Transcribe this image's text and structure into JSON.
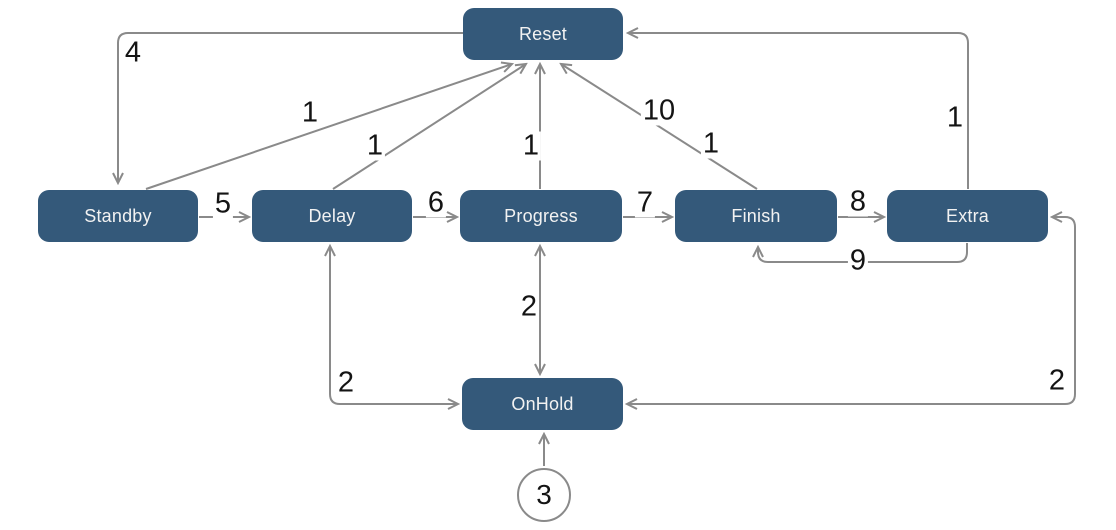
{
  "diagram": {
    "type": "state-transition-diagram",
    "colors": {
      "node_fill": "#34597a",
      "node_text": "#f2f2f2",
      "edge_line": "#8a8a8a",
      "edge_label_text": "#141414",
      "start_circle_stroke": "#8a8a8a",
      "background": "#ffffff"
    },
    "nodes": [
      {
        "id": "reset",
        "label": "Reset",
        "shape": "rounded-rect"
      },
      {
        "id": "standby",
        "label": "Standby",
        "shape": "rounded-rect"
      },
      {
        "id": "delay",
        "label": "Delay",
        "shape": "rounded-rect"
      },
      {
        "id": "progress",
        "label": "Progress",
        "shape": "rounded-rect"
      },
      {
        "id": "finish",
        "label": "Finish",
        "shape": "rounded-rect"
      },
      {
        "id": "extra",
        "label": "Extra",
        "shape": "rounded-rect"
      },
      {
        "id": "onhold",
        "label": "OnHold",
        "shape": "rounded-rect"
      },
      {
        "id": "start",
        "label": "3",
        "shape": "circle"
      }
    ],
    "edges": [
      {
        "from": "Reset",
        "to": "Standby",
        "label": "4"
      },
      {
        "from": "Standby",
        "to": "Reset",
        "label": "1"
      },
      {
        "from": "Delay",
        "to": "Reset",
        "label": "1"
      },
      {
        "from": "Progress",
        "to": "Reset",
        "label": "1"
      },
      {
        "from": "Finish",
        "to": "Reset",
        "label": "10"
      },
      {
        "from": "Finish",
        "to": "Reset",
        "label": "1"
      },
      {
        "from": "Extra",
        "to": "Reset",
        "label": "1"
      },
      {
        "from": "Standby",
        "to": "Delay",
        "label": "5"
      },
      {
        "from": "Delay",
        "to": "Progress",
        "label": "6"
      },
      {
        "from": "Progress",
        "to": "Finish",
        "label": "7"
      },
      {
        "from": "Finish",
        "to": "Extra",
        "label": "8"
      },
      {
        "from": "Extra",
        "to": "Finish",
        "label": "9"
      },
      {
        "from": "Delay",
        "to": "OnHold",
        "label": "2",
        "bidirectional": true
      },
      {
        "from": "Progress",
        "to": "OnHold",
        "label": "2",
        "bidirectional": true
      },
      {
        "from": "Extra",
        "to": "OnHold",
        "label": "2",
        "bidirectional": true
      },
      {
        "from": "start",
        "to": "OnHold",
        "label": ""
      }
    ]
  }
}
